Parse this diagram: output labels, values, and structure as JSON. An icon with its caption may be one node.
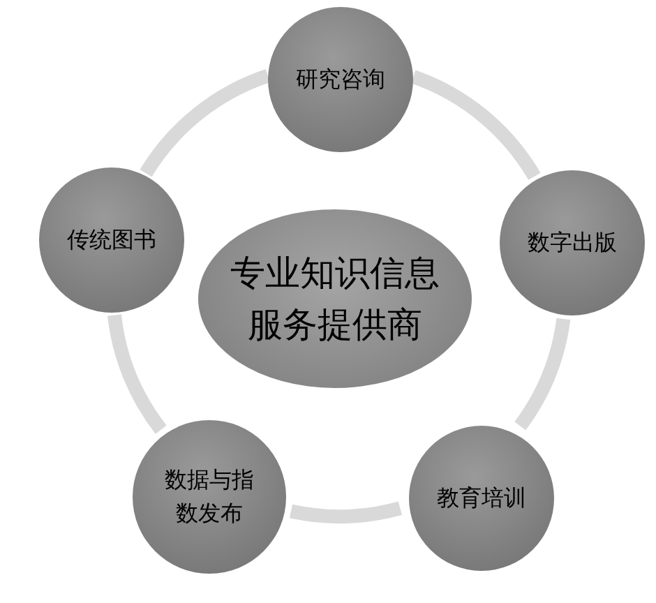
{
  "diagram": {
    "nodes": [
      {
        "text": [
          "研究咨询"
        ]
      },
      {
        "text": [
          "传统图书"
        ]
      },
      {
        "text": [
          "专业知识信息服务提供商"
        ]
      },
      {
        "text": [
          "数字出版"
        ]
      },
      {
        "text": [
          "数据与指数发布"
        ]
      },
      {
        "text": [
          "教育培训"
        ]
      }
    ],
    "edges": [
      {
        "from": 0,
        "to": 3,
        "arrow": "none"
      },
      {
        "from": 3,
        "to": 5,
        "arrow": "none"
      },
      {
        "from": 5,
        "to": 4,
        "arrow": "none"
      },
      {
        "from": 4,
        "to": 1,
        "arrow": "none"
      },
      {
        "from": 1,
        "to": 0,
        "arrow": "none"
      }
    ]
  }
}
